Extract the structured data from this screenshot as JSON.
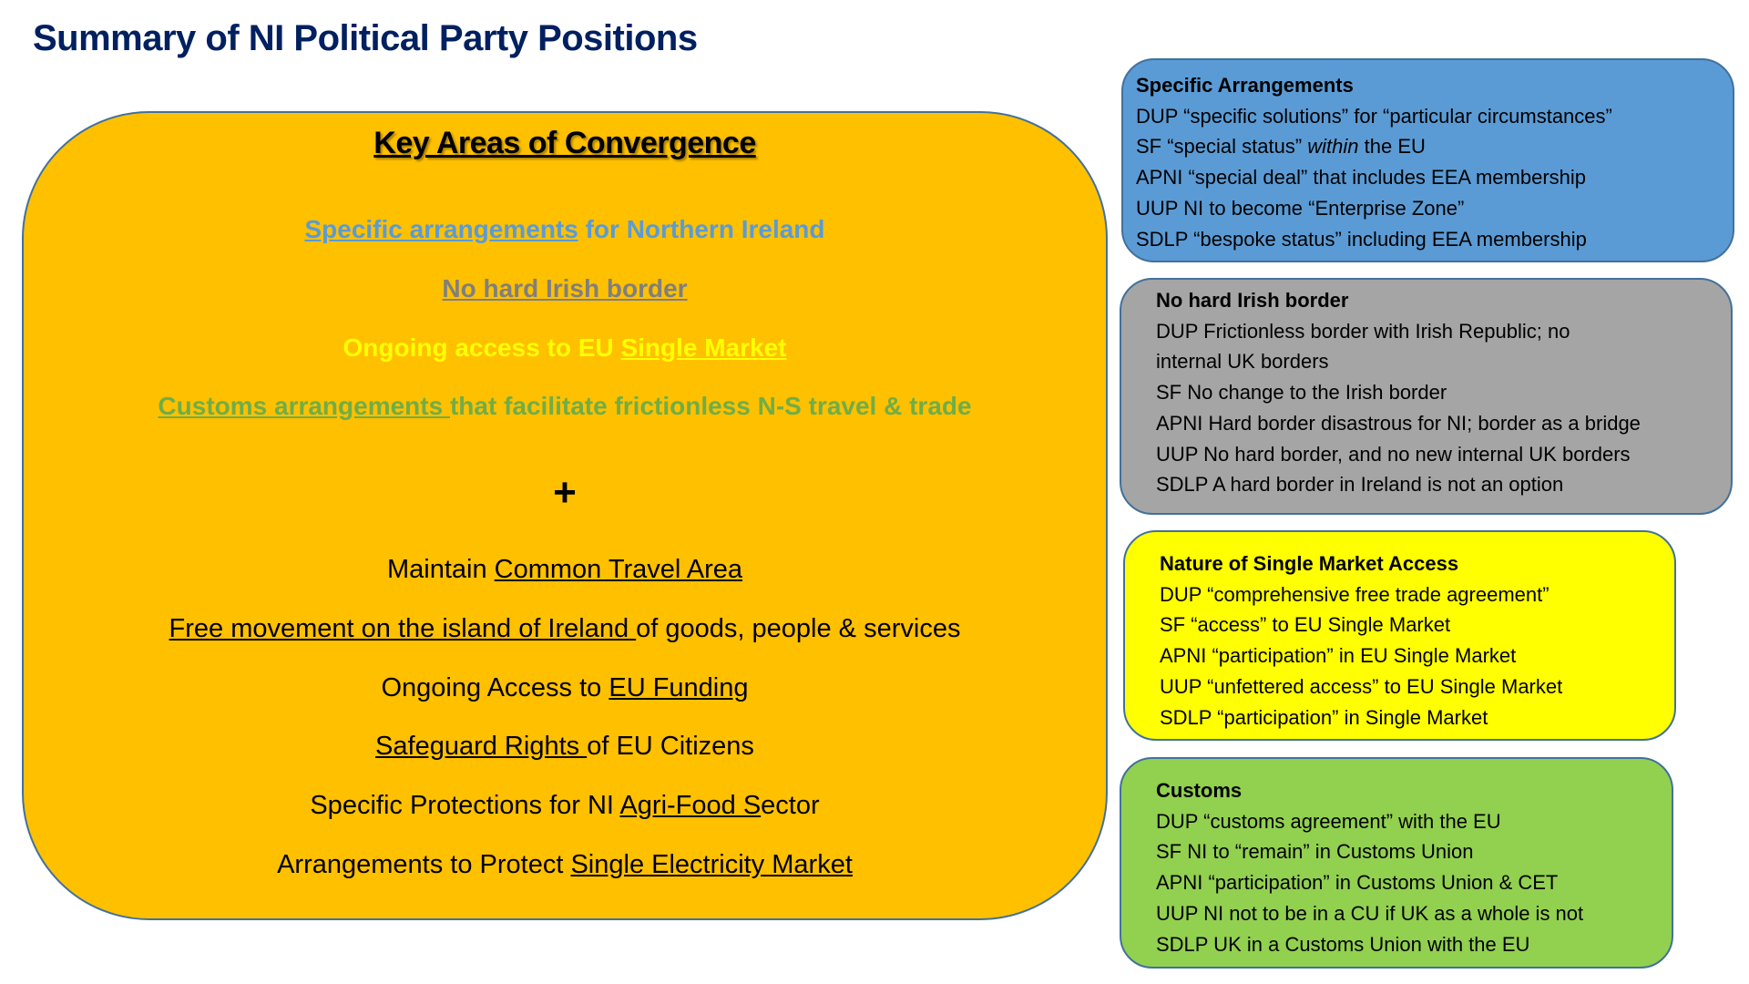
{
  "title": "Summary of NI Political Party Positions",
  "convergence": {
    "heading": "Key Areas of Convergence",
    "key_lines": [
      {
        "color": "#5B9BD5",
        "u": "Specific arrangements",
        "rest": " for Northern Ireland"
      },
      {
        "color": "#7F7F7F",
        "u": "No hard Irish border",
        "rest": ""
      },
      {
        "color": "#FFFF00",
        "pre": "Ongoing access to EU ",
        "u": "Single Market"
      },
      {
        "color": "#70AD47",
        "u": "Customs arrangements ",
        "rest": "that facilitate frictionless N-S travel & trade"
      }
    ],
    "plus": "+",
    "other_lines": [
      {
        "pre": "Maintain ",
        "u": "Common Travel Area",
        "rest": ""
      },
      {
        "pre": "",
        "u": "Free movement on the island of Ireland ",
        "rest": "of goods, people & services"
      },
      {
        "pre": "Ongoing Access to ",
        "u": "EU Funding",
        "rest": ""
      },
      {
        "pre": "",
        "u": "Safeguard Rights ",
        "rest": "of EU Citizens"
      },
      {
        "pre": "Specific Protections for NI ",
        "u": "Agri-Food S",
        "rest": "ector"
      },
      {
        "pre": "Arrangements to Protect ",
        "u": "Single Electricity Market",
        "rest": ""
      }
    ]
  },
  "boxes": {
    "specific": {
      "color": "#5B9BD5",
      "heading": "Specific Arrangements",
      "items": [
        "DUP “specific solutions” for “particular circumstances”",
        {
          "pre": "SF “special status” ",
          "em": "within",
          "rest": " the EU"
        },
        "APNI “special deal” that includes EEA membership",
        "UUP NI to become “Enterprise Zone”",
        "SDLP “bespoke status” including EEA membership"
      ]
    },
    "border": {
      "color": "#A5A5A5",
      "heading": "No hard Irish border",
      "items": [
        "DUP Frictionless border with Irish Republic; no",
        "internal UK borders",
        "SF No change to the Irish border",
        "APNI Hard border disastrous for NI; border as a bridge",
        "UUP No hard border, and no new internal UK borders",
        "SDLP A hard border in Ireland is not an option"
      ]
    },
    "market": {
      "color": "#FFFF00",
      "heading": "Nature of Single Market Access",
      "items": [
        "DUP “comprehensive free trade agreement”",
        "SF “access” to EU Single Market",
        "APNI “participation” in EU Single Market",
        "UUP “unfettered access” to EU Single Market",
        "SDLP “participation” in Single Market"
      ]
    },
    "customs": {
      "color": "#92D050",
      "heading": "Customs",
      "items": [
        "DUP “customs agreement” with the EU",
        "SF NI to “remain” in Customs Union",
        "APNI “participation” in Customs Union & CET",
        "UUP NI not to be in a CU if UK as a whole is not",
        "SDLP UK in a Customs Union with the EU"
      ]
    }
  }
}
